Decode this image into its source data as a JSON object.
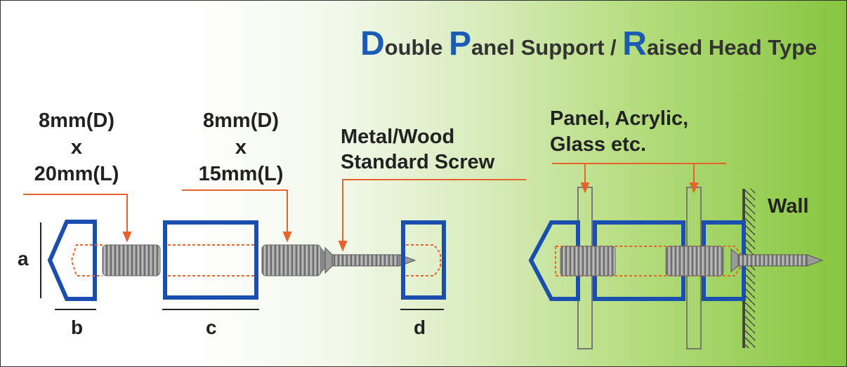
{
  "title": {
    "w1_cap": "D",
    "w1_rest": "ouble ",
    "w2_cap": "P",
    "w2_rest": "anel Support / ",
    "w3_cap": "R",
    "w3_rest": "aised Head Type"
  },
  "labels": {
    "screw1_diameter": "8mm(D)",
    "screw1_x": "x",
    "screw1_length": "20mm(L)",
    "screw2_diameter": "8mm(D)",
    "screw2_x": "x",
    "screw2_length": "15mm(L)",
    "screw_line1": "Metal/Wood",
    "screw_line2": "Standard Screw",
    "panel_line1": "Panel, Acrylic,",
    "panel_line2": "Glass etc.",
    "wall": "Wall",
    "dim_a": "a",
    "dim_b": "b",
    "dim_c": "c",
    "dim_d": "d"
  },
  "colors": {
    "part_outline": "#1a4fb0",
    "leader_line": "#e8632b",
    "thread": "#8c8c8c",
    "accent_cap": "#1a5bb5"
  }
}
